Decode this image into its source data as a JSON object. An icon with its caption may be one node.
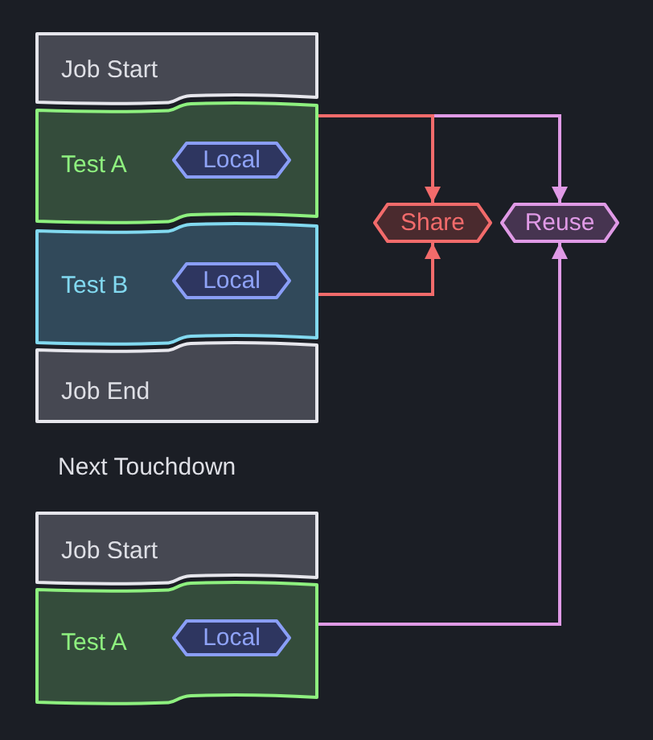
{
  "diagram": {
    "nodes": [
      {
        "text": [
          "Job Start"
        ]
      },
      {
        "text": [
          "Test A"
        ]
      },
      {
        "text": [
          "Local"
        ],
        "in": 1
      },
      {
        "text": [
          "Test B"
        ]
      },
      {
        "text": [
          "Local"
        ],
        "in": 3
      },
      {
        "text": [
          "Job End"
        ]
      },
      {
        "text": [
          "Share"
        ]
      },
      {
        "text": [
          "Reuse"
        ]
      },
      {
        "text": [
          "Job Start"
        ]
      },
      {
        "text": [
          "Test A"
        ]
      },
      {
        "text": [
          "Local"
        ],
        "in": 9
      }
    ],
    "edges": [
      {
        "from": 1,
        "to": 6,
        "arrow": "to",
        "color": "#f26b6b"
      },
      {
        "from": 1,
        "to": 7,
        "arrow": "to",
        "color": "#e09ae6"
      },
      {
        "from": 3,
        "to": 6,
        "arrow": "to",
        "color": "#f26b6b"
      },
      {
        "from": 9,
        "to": 7,
        "arrow": "to",
        "color": "#e09ae6"
      }
    ],
    "labels": [
      "Next Touchdown"
    ]
  }
}
